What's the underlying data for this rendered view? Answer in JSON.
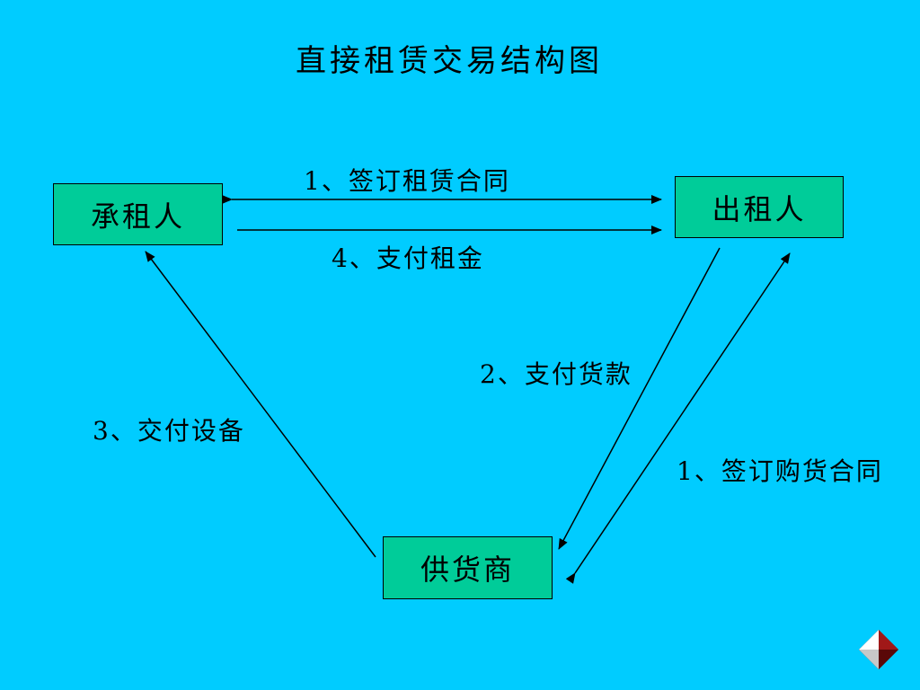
{
  "title": "直接租赁交易结构图",
  "nodes": {
    "lessee": "承租人",
    "lessor": "出租人",
    "supplier": "供货商"
  },
  "edges": {
    "sign_lease": "1、签订租赁合同",
    "pay_rent": "4、支付租金",
    "pay_goods": "2、支付货款",
    "deliver_equipment": "3、交付设备",
    "sign_purchase": "1、签订购货合同"
  },
  "colors": {
    "background": "#00ccff",
    "box_fill": "#00cc99",
    "line": "#000000",
    "nav_button_dark": "#7a1010",
    "nav_button_light": "#ffffff"
  },
  "nav": {
    "icon": "diamond-next-icon"
  }
}
